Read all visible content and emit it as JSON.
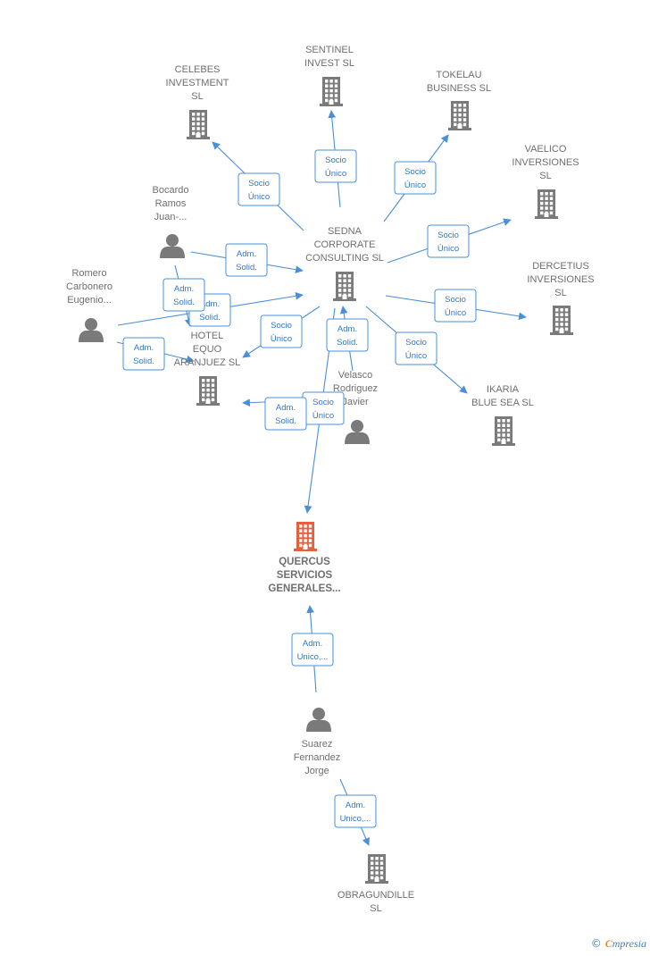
{
  "colors": {
    "accent": "#4a8fd8",
    "node": "#7a7a7a",
    "focus": "#e8603a"
  },
  "nodes": [
    {
      "id": "sedna",
      "type": "company",
      "label": [
        "SEDNA",
        "CORPORATE",
        "CONSULTING SL"
      ]
    },
    {
      "id": "sentinel",
      "type": "company",
      "label": [
        "SENTINEL",
        "INVEST  SL"
      ]
    },
    {
      "id": "celebes",
      "type": "company",
      "label": [
        "CELEBES",
        "INVESTMENT",
        "SL"
      ]
    },
    {
      "id": "tokelau",
      "type": "company",
      "label": [
        "TOKELAU",
        "BUSINESS  SL"
      ]
    },
    {
      "id": "vaelico",
      "type": "company",
      "label": [
        "VAELICO",
        "INVERSIONES",
        "SL"
      ]
    },
    {
      "id": "dercetius",
      "type": "company",
      "label": [
        "DERCETIUS",
        "INVERSIONES",
        "SL"
      ]
    },
    {
      "id": "ikaria",
      "type": "company",
      "label": [
        "IKARIA",
        "BLUE SEA  SL"
      ]
    },
    {
      "id": "hotel",
      "type": "company",
      "label": [
        "HOTEL",
        "EQUO",
        "ARANJUEZ  SL"
      ]
    },
    {
      "id": "quercus",
      "type": "company-focus",
      "label": [
        "QUERCUS",
        "SERVICIOS",
        "GENERALES..."
      ]
    },
    {
      "id": "obragundille",
      "type": "company",
      "label": [
        "OBRAGUNDILLE",
        "SL"
      ]
    },
    {
      "id": "bocardo",
      "type": "person",
      "label": [
        "Bocardo",
        "Ramos",
        "Juan-..."
      ]
    },
    {
      "id": "romero",
      "type": "person",
      "label": [
        "Romero",
        "Carbonero",
        "Eugenio..."
      ]
    },
    {
      "id": "velasco",
      "type": "person",
      "label": [
        "Velasco",
        "Rodriguez",
        "Javier"
      ]
    },
    {
      "id": "suarez",
      "type": "person",
      "label": [
        "Suarez",
        "Fernandez",
        "Jorge"
      ]
    }
  ],
  "edges": [
    {
      "from": "sedna",
      "to": "sentinel",
      "label": [
        "Socio",
        "Único"
      ]
    },
    {
      "from": "sedna",
      "to": "celebes",
      "label": [
        "Socio",
        "Único"
      ]
    },
    {
      "from": "sedna",
      "to": "tokelau",
      "label": [
        "Socio",
        "Único"
      ]
    },
    {
      "from": "sedna",
      "to": "vaelico",
      "label": [
        "Socio",
        "Único"
      ]
    },
    {
      "from": "sedna",
      "to": "dercetius",
      "label": [
        "Socio",
        "Único"
      ]
    },
    {
      "from": "sedna",
      "to": "ikaria",
      "label": [
        "Socio",
        "Único"
      ]
    },
    {
      "from": "sedna",
      "to": "hotel",
      "label": [
        "Socio",
        "Único"
      ]
    },
    {
      "from": "sedna",
      "to": "quercus",
      "label": [
        "Socio",
        "Único"
      ]
    },
    {
      "from": "bocardo",
      "to": "sedna",
      "label": [
        "Adm.",
        "Solid."
      ]
    },
    {
      "from": "bocardo",
      "to": "hotel",
      "label": [
        "Adm.",
        "Solid."
      ]
    },
    {
      "from": "romero",
      "to": "sedna",
      "label": [
        "Adm.",
        "Solid."
      ]
    },
    {
      "from": "romero",
      "to": "hotel",
      "label": [
        "Adm.",
        "Solid."
      ]
    },
    {
      "from": "velasco",
      "to": "sedna",
      "label": [
        "Adm.",
        "Solid."
      ]
    },
    {
      "from": "velasco",
      "to": "hotel",
      "label": [
        "Adm.",
        "Solid."
      ]
    },
    {
      "from": "suarez",
      "to": "quercus",
      "label": [
        "Adm.",
        "Unico,..."
      ]
    },
    {
      "from": "suarez",
      "to": "obragundille",
      "label": [
        "Adm.",
        "Unico,..."
      ]
    }
  ],
  "brand": {
    "copyright": "©",
    "initial": "C",
    "rest": "mpresia"
  }
}
